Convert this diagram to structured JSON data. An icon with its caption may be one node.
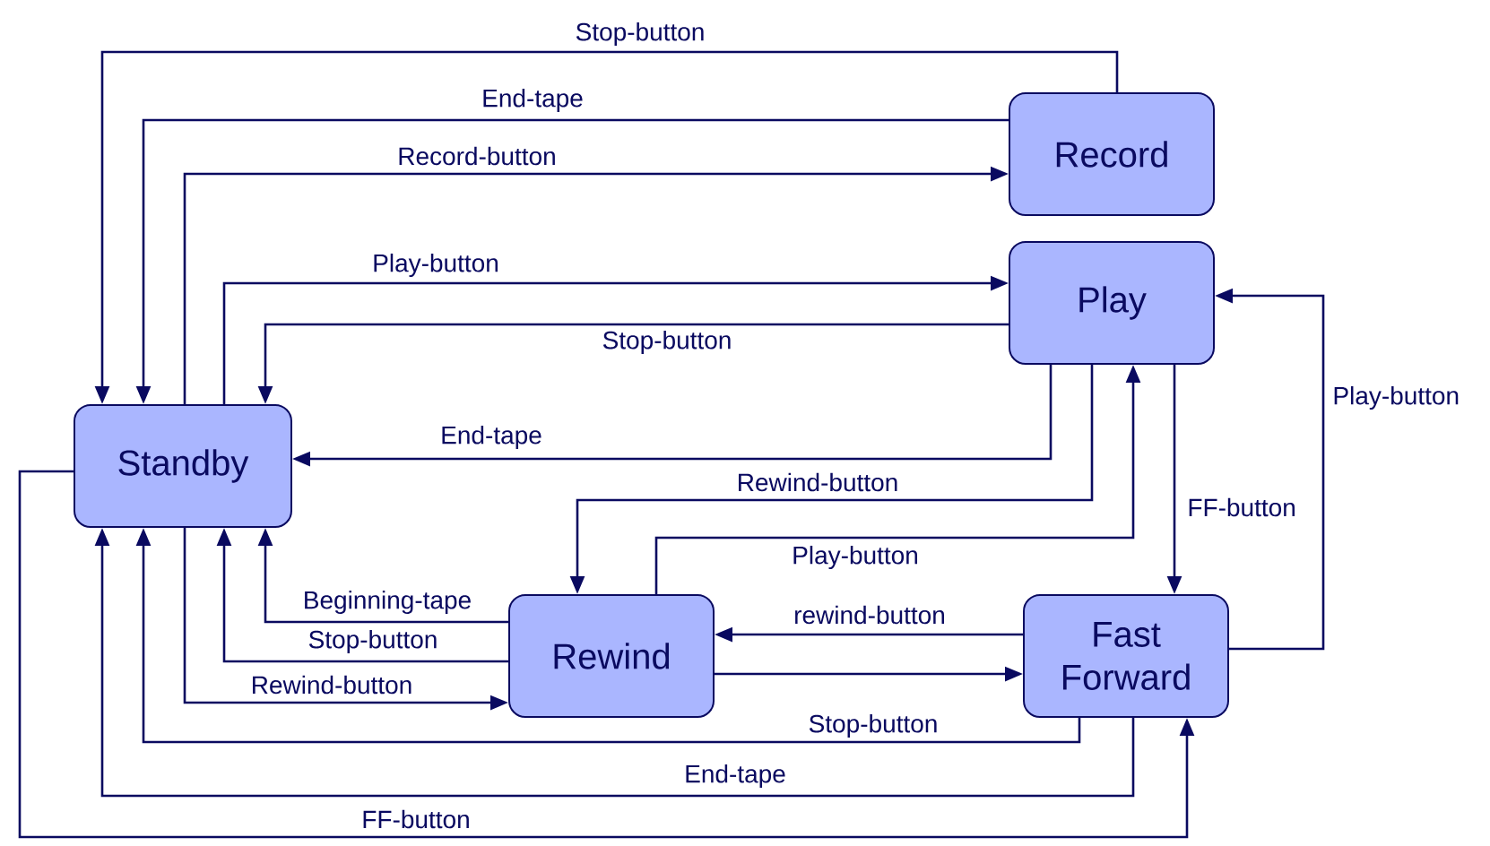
{
  "diagram": {
    "nodes": [
      {
        "text": [
          "Record"
        ]
      },
      {
        "text": [
          "Play"
        ]
      },
      {
        "text": [
          "Standby"
        ]
      },
      {
        "text": [
          "Rewind"
        ]
      },
      {
        "text": [
          "Fast Forward"
        ]
      }
    ],
    "edges": [
      {
        "from": 0,
        "to": 2,
        "arrow": "to",
        "label": "Stop-button"
      },
      {
        "from": 0,
        "to": 2,
        "arrow": "to",
        "label": "End-tape"
      },
      {
        "from": 2,
        "to": 0,
        "arrow": "to",
        "label": "Record-button"
      },
      {
        "from": 2,
        "to": 1,
        "arrow": "to",
        "label": "Play-button"
      },
      {
        "from": 1,
        "to": 2,
        "arrow": "to",
        "label": "Stop-button"
      },
      {
        "from": 1,
        "to": 2,
        "arrow": "to",
        "label": "End-tape"
      },
      {
        "from": 1,
        "to": 3,
        "arrow": "to",
        "label": "Rewind-button"
      },
      {
        "from": 3,
        "to": 1,
        "arrow": "to",
        "label": "Play-button"
      },
      {
        "from": 1,
        "to": 4,
        "arrow": "to",
        "label": "FF-button"
      },
      {
        "from": 4,
        "to": 1,
        "arrow": "to",
        "label": "Play-button"
      },
      {
        "from": 4,
        "to": 3,
        "arrow": "to",
        "label": "rewind-button"
      },
      {
        "from": 3,
        "to": 4,
        "arrow": "to"
      },
      {
        "from": 3,
        "to": 2,
        "arrow": "to",
        "label": "Beginning-tape"
      },
      {
        "from": 3,
        "to": 2,
        "arrow": "to",
        "label": "Stop-button"
      },
      {
        "from": 2,
        "to": 3,
        "arrow": "to",
        "label": "Rewind-button"
      },
      {
        "from": 4,
        "to": 2,
        "arrow": "to",
        "label": "Stop-button"
      },
      {
        "from": 4,
        "to": 2,
        "arrow": "to",
        "label": "End-tape"
      },
      {
        "from": 2,
        "to": 4,
        "arrow": "to",
        "label": "FF-button"
      }
    ]
  }
}
